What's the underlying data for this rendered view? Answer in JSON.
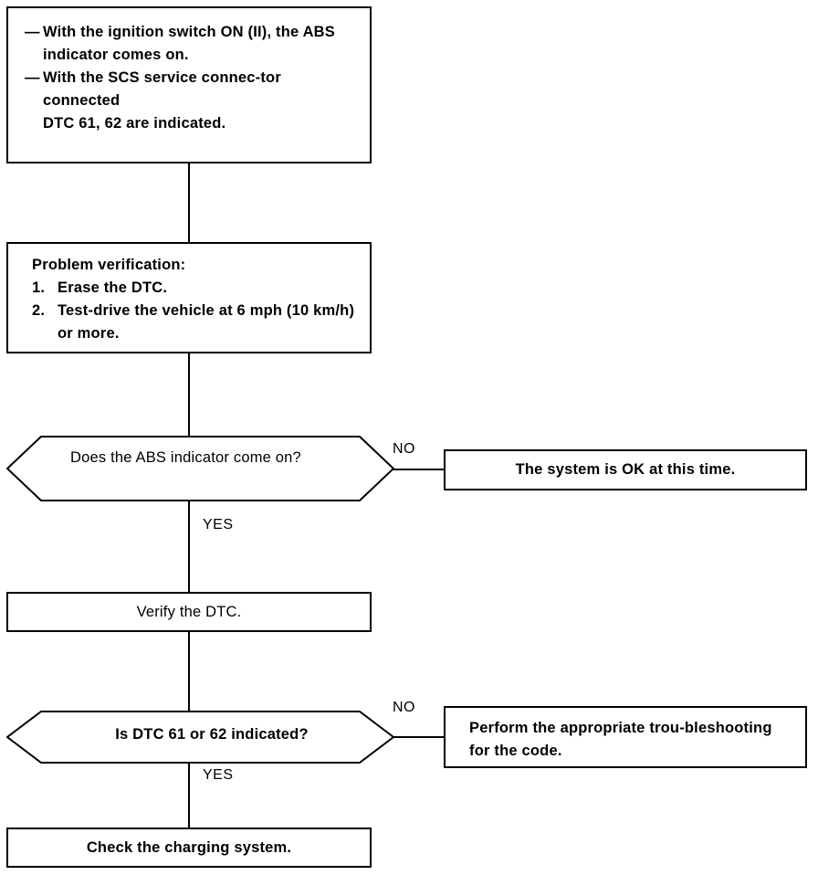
{
  "diagram": {
    "title": "ABS DTC 61 / 62 troubleshooting flowchart",
    "line_color": "#000000",
    "background_color": "#ffffff"
  },
  "nodes": {
    "note": {
      "bullet1_dash": "—",
      "bullet1_text": "With the ignition switch ON (II), the ABS indicator comes on.",
      "bullet2_dash": "—",
      "bullet2_text": "With the SCS service connec-tor connected",
      "bullet2_sub": "DTC 61, 62 are indicated."
    },
    "problem_verification": {
      "heading": "Problem verification:",
      "item1_num": "1.",
      "item1_text": "Erase the DTC.",
      "item2_num": "2.",
      "item2_text": "Test-drive the vehicle at 6 mph (10 km/h) or more."
    },
    "decision_abs": {
      "text": "Does the ABS indicator come on?"
    },
    "outcome_ok": {
      "text": "The system is OK at this time."
    },
    "verify_dtc": {
      "text": "Verify the DTC."
    },
    "decision_dtc": {
      "text": "Is DTC 61 or 62 indicated?"
    },
    "outcome_troubleshoot": {
      "text": "Perform the appropriate trou-bleshooting for the code."
    },
    "check_charging": {
      "text": "Check the charging system."
    }
  },
  "edge_labels": {
    "yes_1": "YES",
    "no_1": "NO",
    "yes_2": "YES",
    "no_2": "NO"
  }
}
